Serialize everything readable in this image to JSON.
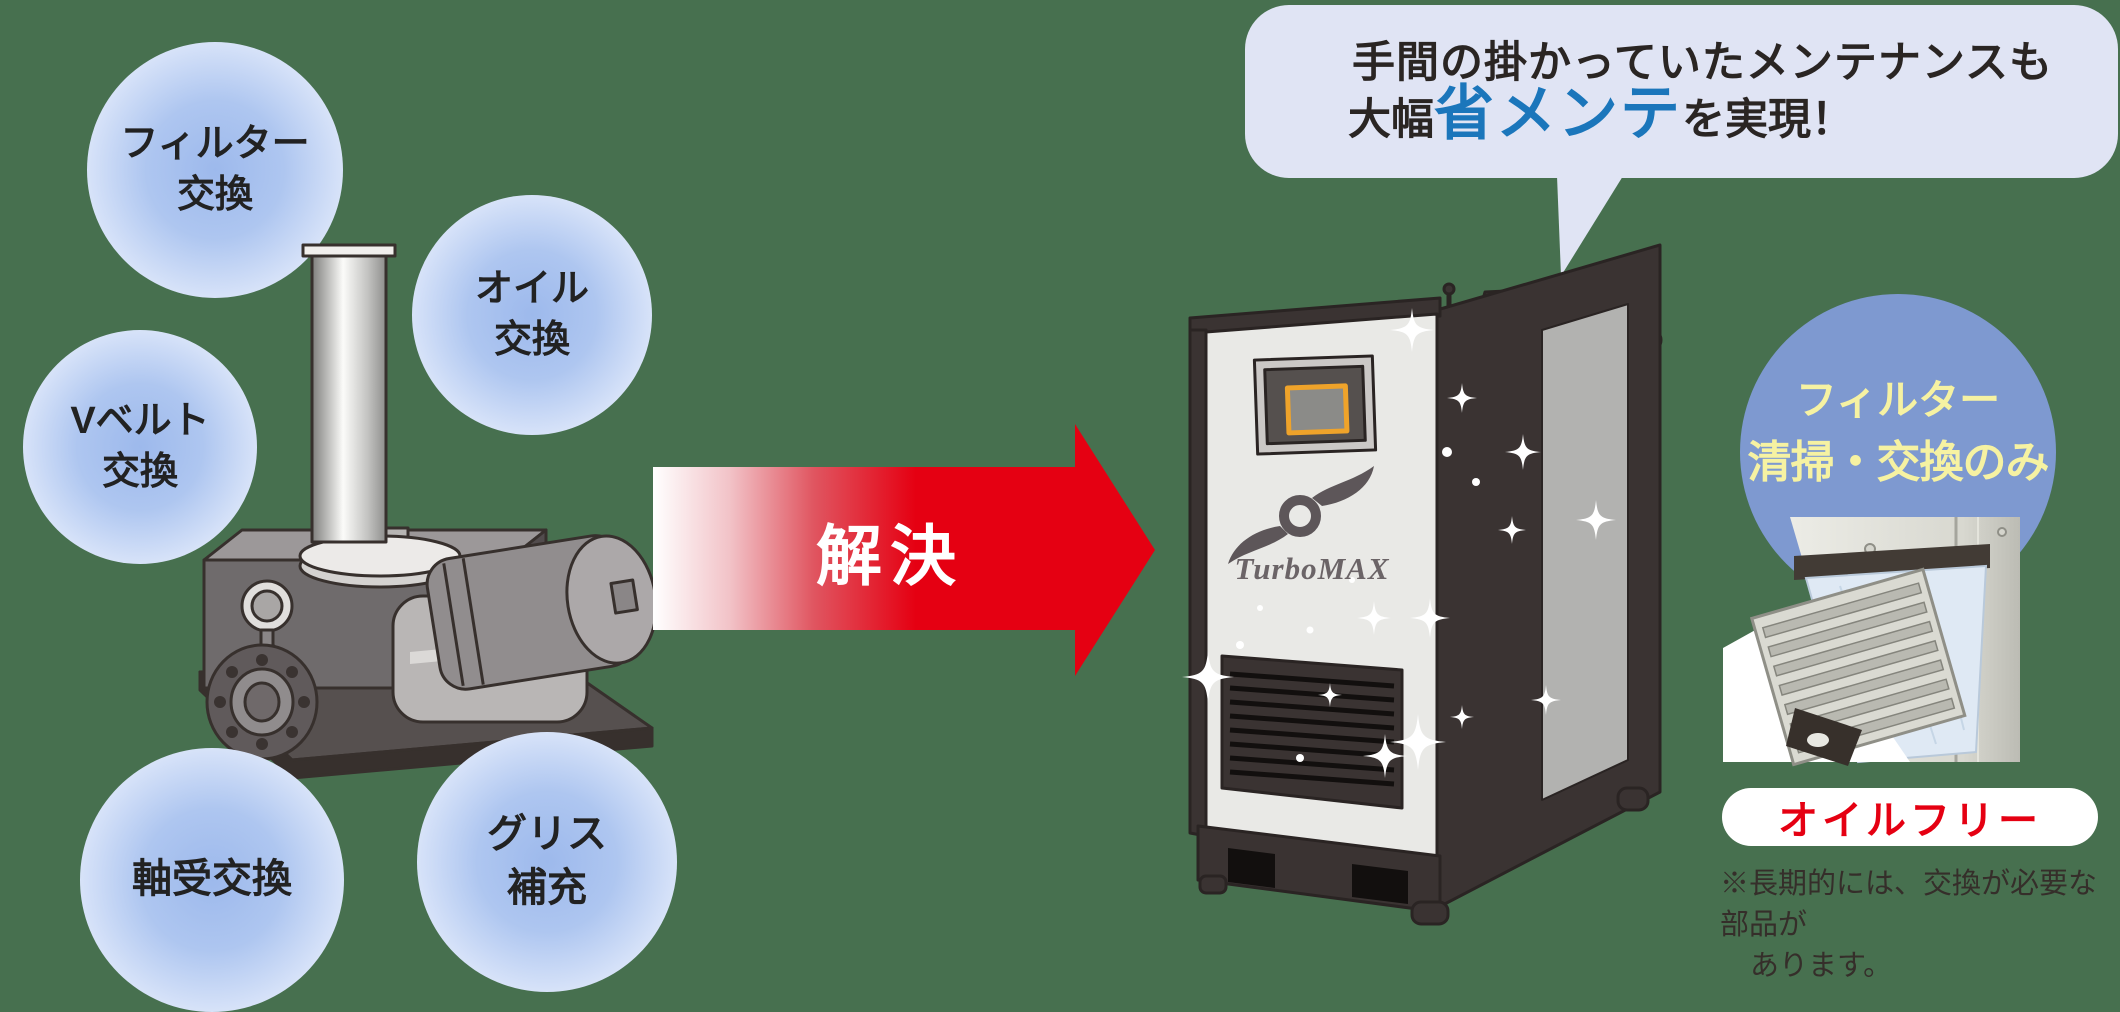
{
  "colors": {
    "background_green": "#47704f",
    "accent_red": "#e50012",
    "highlight_blue": "#1b76bb",
    "speech_bubble_bg": "#e0e4f4",
    "circle_blue": "#7e99d0",
    "circle_text_yellow": "#f6f2a2",
    "bubble_blue": "#9db9ec"
  },
  "legacy_section": {
    "bubbles": [
      {
        "lines": [
          "フィルター",
          "交換"
        ]
      },
      {
        "lines": [
          "オイル",
          "交換"
        ]
      },
      {
        "lines": [
          "Vベルト",
          "交換"
        ]
      },
      {
        "lines": [
          "軸受交換",
          ""
        ]
      },
      {
        "lines": [
          "グリス",
          "補充"
        ]
      }
    ]
  },
  "arrow": {
    "label": "解決"
  },
  "speech_bubble": {
    "line1": "手間の掛かっていたメンテナンスも",
    "line2_prefix": "大幅",
    "line2_highlight": "省メンテ",
    "line2_suffix": "を実現！"
  },
  "product": {
    "brand": "TurboMAX"
  },
  "maintenance_circle": {
    "line1": "フィルター",
    "line2": "清掃・交換のみ"
  },
  "oil_free_badge": {
    "label": "オイルフリー"
  },
  "note": {
    "line1": "※長期的には、交換が必要な部品が",
    "line2": "あります。"
  }
}
